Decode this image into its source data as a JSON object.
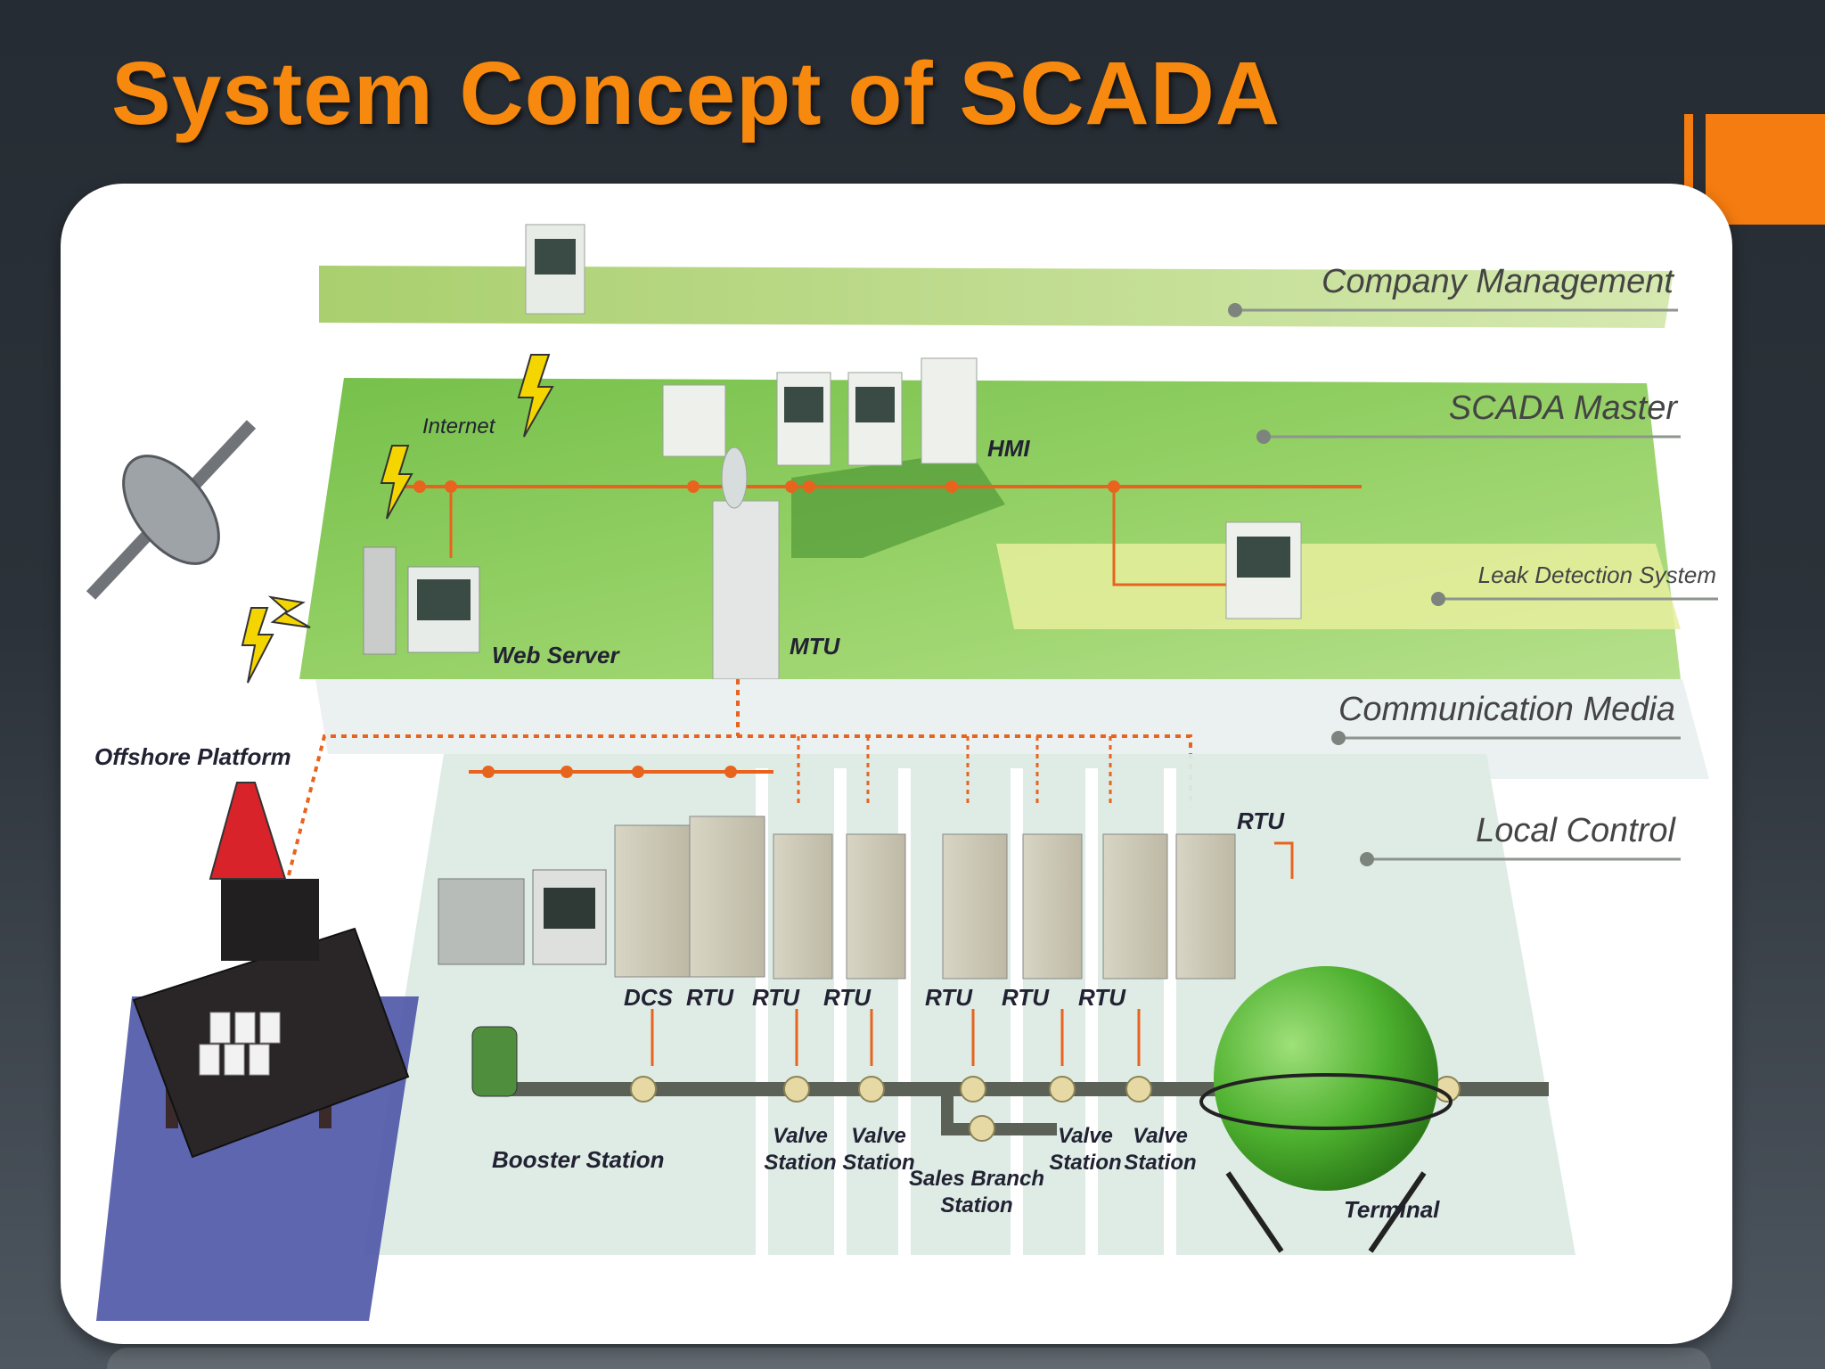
{
  "slide": {
    "title": "System Concept of SCADA"
  },
  "layers": {
    "company_management": "Company Management",
    "scada_master": "SCADA Master",
    "leak_detection": "Leak Detection System",
    "communication_media": "Communication Media",
    "local_control": "Local Control"
  },
  "labels": {
    "internet": "Internet",
    "hmi": "HMI",
    "web_server": "Web Server",
    "mtu": "MTU",
    "offshore_platform": "Offshore Platform",
    "dcs": "DCS",
    "rtu_far": "RTU",
    "rtu_1": "RTU",
    "rtu_2": "RTU",
    "rtu_3": "RTU",
    "rtu_4": "RTU",
    "rtu_5": "RTU",
    "rtu_6": "RTU",
    "booster_station": "Booster Station",
    "valve_station_1": [
      "Valve",
      "Station"
    ],
    "valve_station_2": [
      "Valve",
      "Station"
    ],
    "sales_branch_station": [
      "Sales Branch",
      "Station"
    ],
    "valve_station_3": [
      "Valve",
      "Station"
    ],
    "valve_station_4": [
      "Valve",
      "Station"
    ],
    "terminal": "Terminal"
  },
  "colors": {
    "title": "#f7890f",
    "accent": "#f57c10",
    "green_layer": "#8dcb5c",
    "link_line": "#e8641e"
  }
}
